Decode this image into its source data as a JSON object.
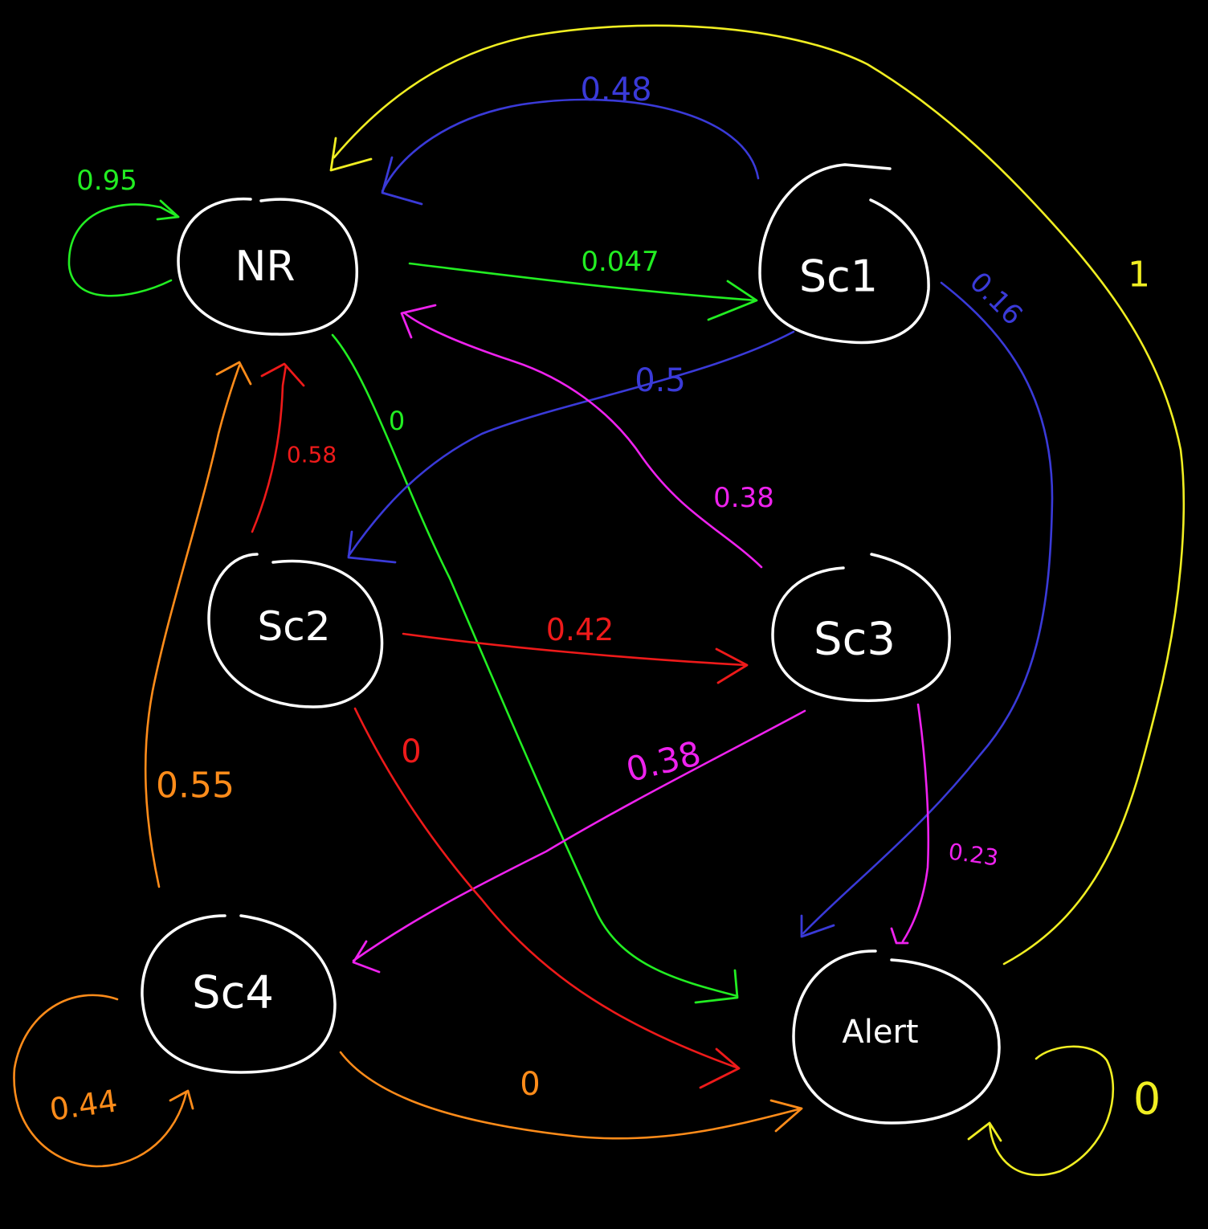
{
  "colors": {
    "background": "#000000",
    "node": "#ffffff",
    "green": "#22ee22",
    "blue": "#3a3ad8",
    "yellow": "#f0ee22",
    "magenta": "#ee22ee",
    "red": "#ee1a1a",
    "orange": "#ff8c1a"
  },
  "nodes": {
    "nr": "NR",
    "sc1": "Sc1",
    "sc2": "Sc2",
    "sc3": "Sc3",
    "sc4": "Sc4",
    "alert": "Alert"
  },
  "edges": {
    "nr_nr": {
      "from": "NR",
      "to": "NR",
      "label": "0.95",
      "color": "green"
    },
    "nr_sc1": {
      "from": "NR",
      "to": "Sc1",
      "label": "0.047",
      "color": "green"
    },
    "nr_alert": {
      "from": "NR",
      "to": "Alert",
      "label": "0",
      "color": "green"
    },
    "sc1_nr": {
      "from": "Sc1",
      "to": "NR",
      "label": "0.48",
      "color": "blue"
    },
    "sc1_sc2": {
      "from": "Sc1",
      "to": "Sc2",
      "label": "0.5",
      "color": "blue"
    },
    "sc1_alert": {
      "from": "Sc1",
      "to": "Alert",
      "label": "0.16",
      "color": "blue"
    },
    "alert_nr": {
      "from": "Alert",
      "to": "NR",
      "label": "1",
      "color": "yellow"
    },
    "alert_alert": {
      "from": "Alert",
      "to": "Alert",
      "label": "0",
      "color": "yellow"
    },
    "sc3_nr": {
      "from": "Sc3",
      "to": "NR",
      "label": "0.38",
      "color": "magenta"
    },
    "sc3_sc4": {
      "from": "Sc3",
      "to": "Sc4",
      "label": "0.38",
      "color": "magenta"
    },
    "sc3_alert": {
      "from": "Sc3",
      "to": "Alert",
      "label": "0.23",
      "color": "magenta"
    },
    "sc2_nr": {
      "from": "Sc2",
      "to": "NR",
      "label": "0.58",
      "color": "red"
    },
    "sc2_sc3": {
      "from": "Sc2",
      "to": "Sc3",
      "label": "0.42",
      "color": "red"
    },
    "sc2_alert": {
      "from": "Sc2",
      "to": "Alert",
      "label": "0",
      "color": "red"
    },
    "sc4_nr": {
      "from": "Sc4",
      "to": "NR",
      "label": "0.55",
      "color": "orange"
    },
    "sc4_sc4": {
      "from": "Sc4",
      "to": "Sc4",
      "label": "0.44",
      "color": "orange"
    },
    "sc4_alert": {
      "from": "Sc4",
      "to": "Alert",
      "label": "0",
      "color": "orange"
    }
  }
}
